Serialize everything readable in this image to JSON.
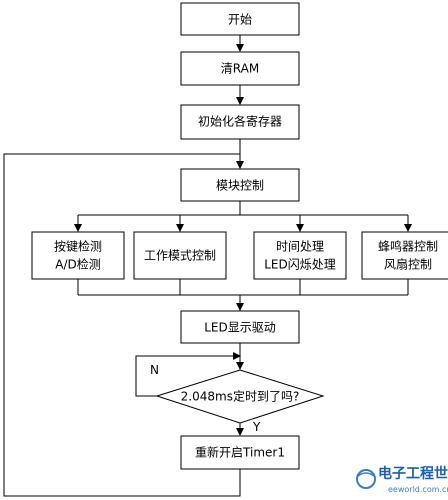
{
  "flowchart": {
    "start": "开始",
    "clear_ram": "清RAM",
    "init_registers": "初始化各寄存器",
    "module_control": "模块控制",
    "modules": [
      {
        "line1": "按键检测",
        "line2": "A/D检测"
      },
      {
        "line1": "工作模式控制",
        "line2": ""
      },
      {
        "line1": "时间处理",
        "line2": "LED闪烁处理"
      },
      {
        "line1": "蜂鸣器控制",
        "line2": "风扇控制"
      }
    ],
    "led_display": "LED显示驱动",
    "decision": "2.048ms定时到了吗?",
    "no_label": "N",
    "yes_label": "Y",
    "restart_timer": "重新开启Timer1"
  },
  "watermark": {
    "name": "电子工程世界",
    "url": "eeworld.com.cn"
  },
  "colors": {
    "line": "#000000",
    "box_fill": "#ffffff",
    "watermark": "#1d5fa5"
  }
}
